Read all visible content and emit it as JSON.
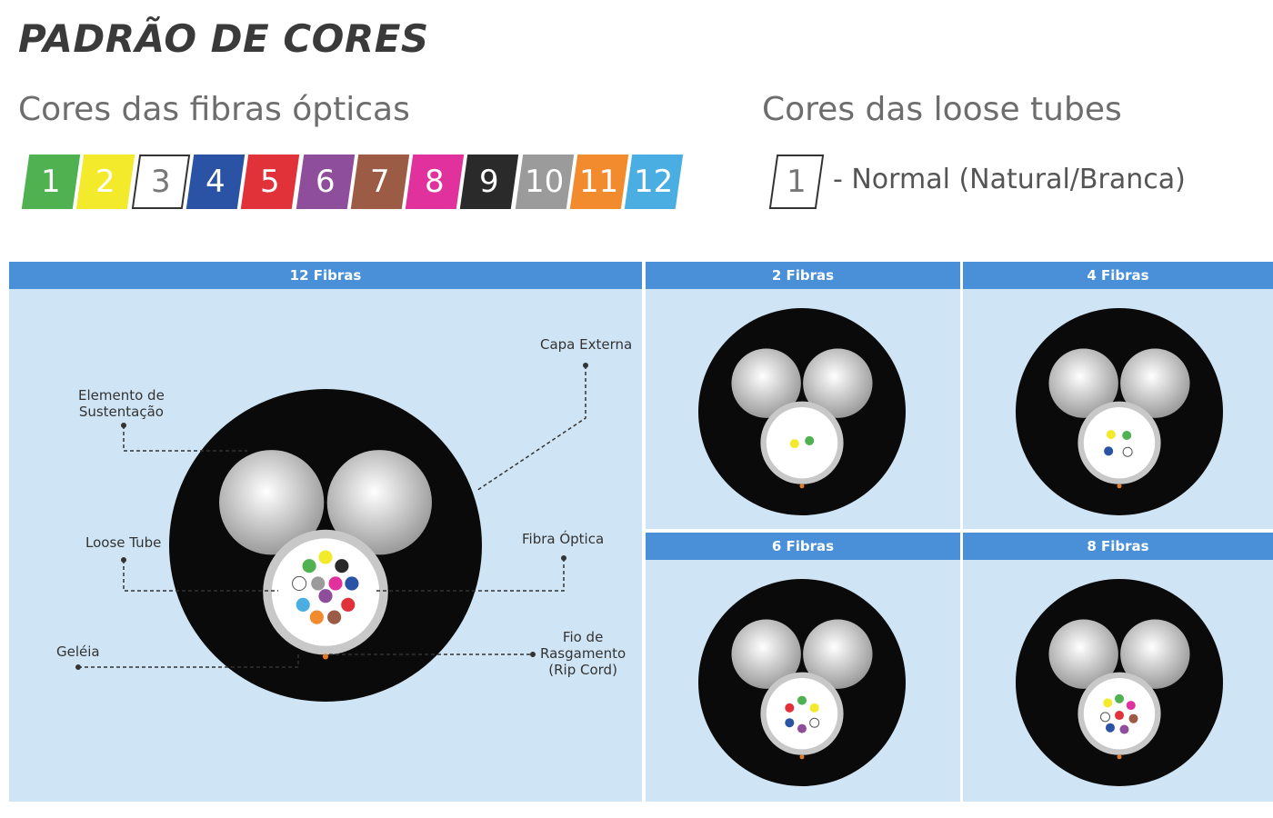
{
  "title": "PADRÃO DE CORES",
  "fiber_colors": {
    "title": "Cores das fibras ópticas",
    "items": [
      {
        "label": "1",
        "color": "#4fb14f"
      },
      {
        "label": "2",
        "color": "#f2ea2a"
      },
      {
        "label": "3",
        "color": "#ffffff"
      },
      {
        "label": "4",
        "color": "#2b53a5"
      },
      {
        "label": "5",
        "color": "#e1323a"
      },
      {
        "label": "6",
        "color": "#8e4e9b"
      },
      {
        "label": "7",
        "color": "#9b5b45"
      },
      {
        "label": "8",
        "color": "#e0319c"
      },
      {
        "label": "9",
        "color": "#2a2a2a"
      },
      {
        "label": "10",
        "color": "#9b9b9b"
      },
      {
        "label": "11",
        "color": "#f28b2e"
      },
      {
        "label": "12",
        "color": "#4aaee3"
      }
    ]
  },
  "loose_tube_colors": {
    "title": "Cores das loose tubes",
    "swatch_label": "1",
    "description": "- Normal (Natural/Branca)"
  },
  "panels": {
    "p12": {
      "header": "12 Fibras"
    },
    "p2": {
      "header": "2 Fibras"
    },
    "p4": {
      "header": "4 Fibras"
    },
    "p6": {
      "header": "6 Fibras"
    },
    "p8": {
      "header": "8 Fibras"
    }
  },
  "labels": {
    "capa_externa": "Capa Externa",
    "elemento_1": "Elemento de",
    "elemento_2": "Sustentação",
    "loose_tube": "Loose Tube",
    "fibra_optica": "Fibra Óptica",
    "geleia": "Geléia",
    "fio_1": "Fio de",
    "fio_2": "Rasgamento",
    "fio_3": "(Rip Cord)"
  },
  "colors": {
    "header_blue": "#4a90d9",
    "panel_bg": "#cfe5f5",
    "cable_black": "#0a0a0a",
    "rip_cord": "#e07a2a"
  }
}
